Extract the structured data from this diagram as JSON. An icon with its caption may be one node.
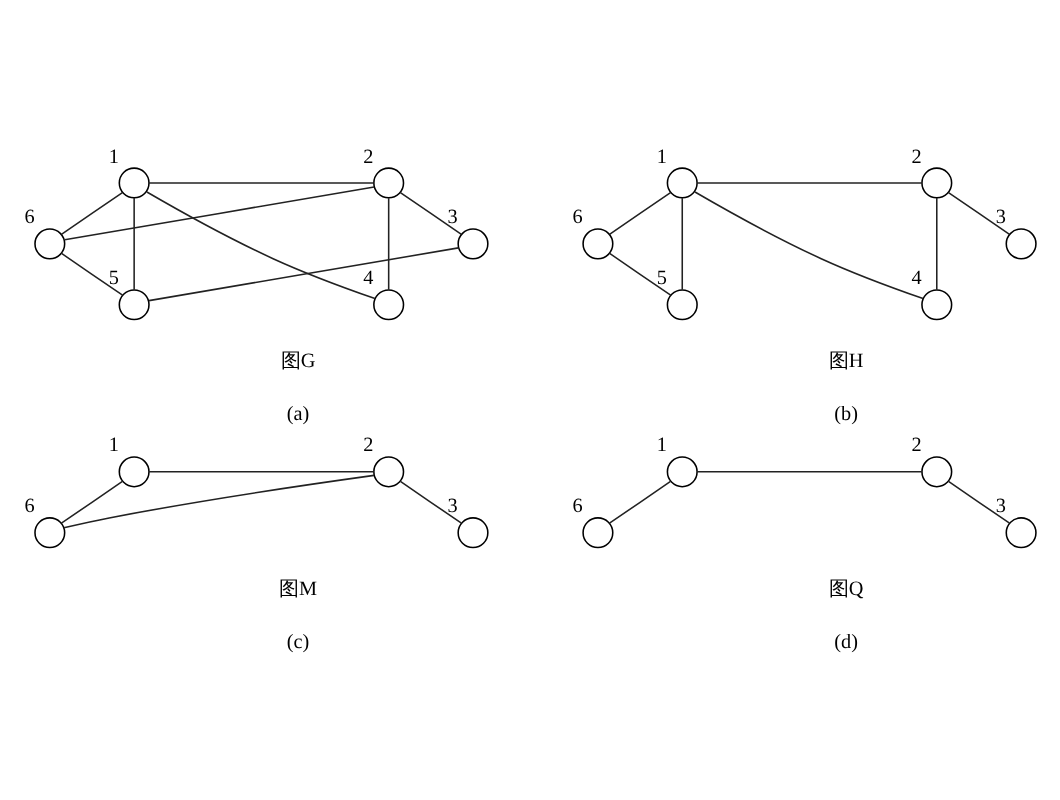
{
  "diagram": {
    "nodes": [
      {
        "text": [],
        "shape": "circle",
        "beside": [
          "1"
        ]
      },
      {
        "text": [],
        "shape": "circle",
        "beside": [
          "2"
        ]
      },
      {
        "text": [],
        "shape": "circle",
        "beside": [
          "6"
        ]
      },
      {
        "text": [],
        "shape": "circle",
        "beside": [
          "3"
        ]
      },
      {
        "text": [],
        "shape": "circle",
        "beside": [
          "5"
        ]
      },
      {
        "text": [],
        "shape": "circle",
        "beside": [
          "4"
        ]
      },
      {
        "text": [],
        "shape": "circle",
        "beside": [
          "1"
        ]
      },
      {
        "text": [],
        "shape": "circle",
        "beside": [
          "2"
        ]
      },
      {
        "text": [],
        "shape": "circle",
        "beside": [
          "6"
        ]
      },
      {
        "text": [],
        "shape": "circle",
        "beside": [
          "3"
        ]
      },
      {
        "text": [],
        "shape": "circle",
        "beside": [
          "5"
        ]
      },
      {
        "text": [],
        "shape": "circle",
        "beside": [
          "4"
        ]
      },
      {
        "text": [],
        "shape": "circle",
        "beside": [
          "1"
        ]
      },
      {
        "text": [],
        "shape": "circle",
        "beside": [
          "2"
        ]
      },
      {
        "text": [],
        "shape": "circle",
        "beside": [
          "6"
        ]
      },
      {
        "text": [],
        "shape": "circle",
        "beside": [
          "3"
        ]
      },
      {
        "text": [],
        "shape": "circle",
        "beside": [
          "1"
        ]
      },
      {
        "text": [],
        "shape": "circle",
        "beside": [
          "2"
        ]
      },
      {
        "text": [],
        "shape": "circle",
        "beside": [
          "6"
        ]
      },
      {
        "text": [],
        "shape": "circle",
        "beside": [
          "3"
        ]
      }
    ],
    "edges": [
      {
        "from": 0,
        "to": 1,
        "arrow": "none"
      },
      {
        "from": 0,
        "to": 2,
        "arrow": "none"
      },
      {
        "from": 0,
        "to": 4,
        "arrow": "none"
      },
      {
        "from": 0,
        "to": 5,
        "arrow": "none"
      },
      {
        "from": 1,
        "to": 2,
        "arrow": "none"
      },
      {
        "from": 1,
        "to": 5,
        "arrow": "none"
      },
      {
        "from": 1,
        "to": 3,
        "arrow": "none"
      },
      {
        "from": 2,
        "to": 4,
        "arrow": "none"
      },
      {
        "from": 4,
        "to": 3,
        "arrow": "none"
      },
      {
        "from": 6,
        "to": 7,
        "arrow": "none"
      },
      {
        "from": 6,
        "to": 8,
        "arrow": "none"
      },
      {
        "from": 6,
        "to": 10,
        "arrow": "none"
      },
      {
        "from": 6,
        "to": 11,
        "arrow": "none"
      },
      {
        "from": 7,
        "to": 11,
        "arrow": "none"
      },
      {
        "from": 7,
        "to": 9,
        "arrow": "none"
      },
      {
        "from": 8,
        "to": 10,
        "arrow": "none"
      },
      {
        "from": 12,
        "to": 13,
        "arrow": "none"
      },
      {
        "from": 12,
        "to": 14,
        "arrow": "none"
      },
      {
        "from": 13,
        "to": 14,
        "arrow": "none"
      },
      {
        "from": 13,
        "to": 15,
        "arrow": "none"
      },
      {
        "from": 16,
        "to": 17,
        "arrow": "none"
      },
      {
        "from": 16,
        "to": 18,
        "arrow": "none"
      },
      {
        "from": 17,
        "to": 19,
        "arrow": "none"
      }
    ],
    "labels": [
      "图G",
      "(a)",
      "图H",
      "(b)",
      "图M",
      "(c)",
      "图Q",
      "(d)"
    ]
  }
}
